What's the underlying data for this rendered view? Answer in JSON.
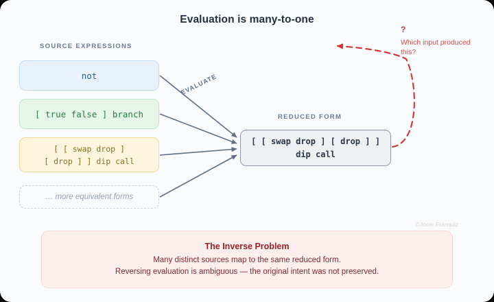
{
  "title": "Evaluation is many-to-one",
  "labels": {
    "source_heading": "SOURCE EXPRESSIONS",
    "reduced_heading": "REDUCED FORM",
    "edge": "EVALUATE"
  },
  "sources": [
    {
      "id": "not",
      "text": "not"
    },
    {
      "id": "branch",
      "text": "[ true false ] branch"
    },
    {
      "id": "dipcall",
      "line1": "[ [ swap drop ]",
      "line2": "[ drop ] ] dip call"
    },
    {
      "id": "more",
      "text": "… more equivalent forms"
    }
  ],
  "reduced": {
    "line1": "[ [ swap drop ] [ drop ] ]",
    "line2": "dip call"
  },
  "question": {
    "mark": "?",
    "text": "Which input produced this?"
  },
  "panel": {
    "title": "The Inverse Problem",
    "line1": "Many distinct sources map to the same reduced form.",
    "line2": "Reversing evaluation is ambiguous — the original intent was not preserved."
  },
  "watermark": "©Jocer Franquiz",
  "colors": {
    "background": "#f9fafc",
    "title": "#253042",
    "heading": "#697b92",
    "arrow": "#5d6e85",
    "source_blue_fill": "#e9f1fb",
    "source_blue_text": "#2f5f96",
    "source_green_fill": "#e6f7ea",
    "source_green_text": "#2c7a44",
    "source_yellow_fill": "#fdf6dd",
    "source_yellow_text": "#8a6d28",
    "reduced_fill": "#eef0f4",
    "reduced_border": "#8e9aaa",
    "question_red": "#cf3333",
    "panel_fill": "#fdeeee",
    "panel_title": "#9c1f28"
  }
}
